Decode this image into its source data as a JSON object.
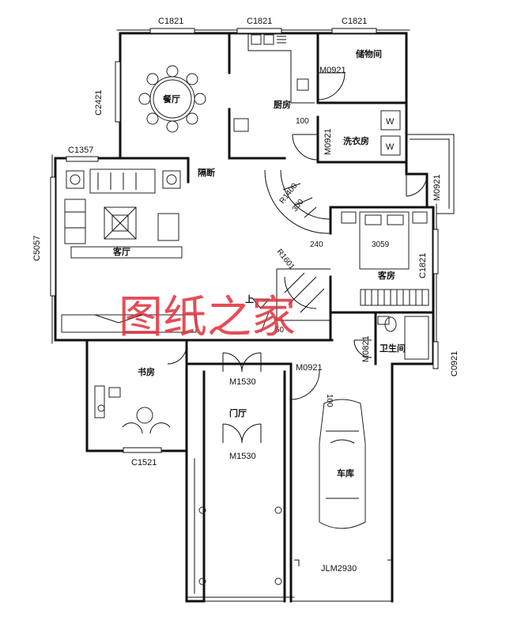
{
  "watermark": "图纸之家",
  "rooms": {
    "dining": "餐厅",
    "kitchen": "厨房",
    "storage": "储物间",
    "laundry": "洗衣房",
    "partition": "隔断",
    "living": "客厅",
    "guest_room": "客房",
    "bathroom": "卫生间",
    "study": "书房",
    "foyer": "门厅",
    "garage": "车库",
    "stair_up": "上",
    "washer_mark": "W"
  },
  "windows": {
    "dining_top": "C1821",
    "kitchen_top": "C1821",
    "storage_top": "C1821",
    "dining_left": "C2421",
    "living_top": "C1357",
    "living_left": "C5057",
    "guest_right": "C1821",
    "bath_right": "C0921",
    "study_bottom": "C1521"
  },
  "doors": {
    "storage": "M0921",
    "laundry": "M0921",
    "side": "M0921",
    "bath": "M0821",
    "garage_inner": "M0921",
    "foyer_inner": "M1530",
    "foyer_outer": "M1530",
    "garage": "JLM2930"
  },
  "dimensions": {
    "kitchen_door_width": "100",
    "stair_radius_outer": "R1400",
    "stair_step_outer": "300",
    "stair_radius_inner": "R1601",
    "stair_step_inner": "240",
    "bed_size": "3059",
    "garage_door_width": "100",
    "stair_50": "50"
  }
}
